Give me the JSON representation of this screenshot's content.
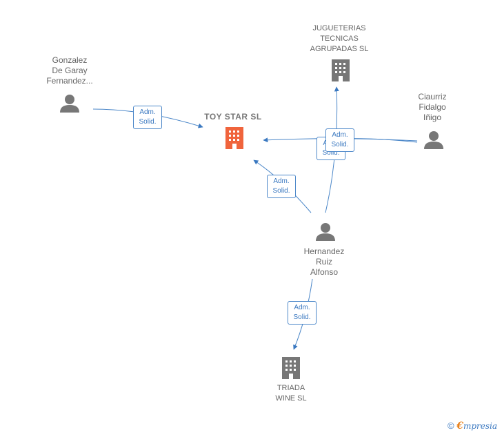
{
  "nodes": {
    "gonzalez": {
      "lines": [
        "Gonzalez",
        "De Garay",
        "Fernandez..."
      ]
    },
    "toystar": {
      "lines": [
        "TOY STAR  SL"
      ]
    },
    "jugueterias": {
      "lines": [
        "JUGUETERIAS",
        "TECNICAS",
        "AGRUPADAS SL"
      ]
    },
    "ciaurriz": {
      "lines": [
        "Ciaurriz",
        "Fidalgo",
        "Iñigo"
      ]
    },
    "hernandez": {
      "lines": [
        "Hernandez",
        "Ruiz",
        "Alfonso"
      ]
    },
    "triada": {
      "lines": [
        "TRIADA",
        "WINE SL"
      ]
    }
  },
  "edge_label": {
    "line1": "Adm.",
    "line2": "Solid."
  },
  "colors": {
    "edge": "#4a86c8",
    "person": "#777777",
    "company": "#777777",
    "focus_company": "#f0643c"
  },
  "footer": {
    "copyright": "©",
    "brand_first": "€",
    "brand_rest": "mpresia"
  }
}
